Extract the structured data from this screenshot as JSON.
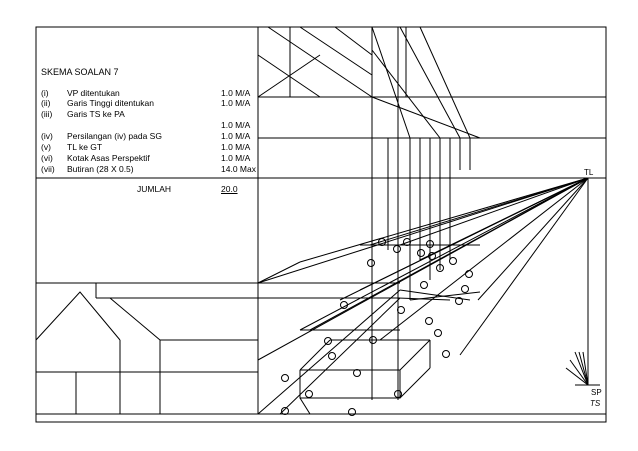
{
  "scheme": {
    "title": "SKEMA SOALAN 7",
    "items": [
      {
        "num": "(i)",
        "desc": "VP ditentukan",
        "mark": "1.0 M/A"
      },
      {
        "num": "(ii)",
        "desc": "Garis Tinggi ditentukan",
        "mark": "1.0 M/A"
      },
      {
        "num": "(iii)",
        "desc": "Garis TS ke PA",
        "mark": ""
      },
      {
        "num": "",
        "desc": "",
        "mark": "1.0 M/A"
      },
      {
        "num": "(iv)",
        "desc": "Persilangan (iv) pada SG",
        "mark": "1.0 M/A"
      },
      {
        "num": "(v)",
        "desc": "TL ke GT",
        "mark": "1.0 M/A"
      },
      {
        "num": "(vi)",
        "desc": "Kotak Asas Perspektif",
        "mark": "1.0 M/A"
      },
      {
        "num": "(vii)",
        "desc": "Butiran (28 X 0.5)",
        "mark": "14.0 Max"
      }
    ],
    "total_label": "JUMLAH",
    "total_value": "20.0"
  },
  "drawing": {
    "tl_label": "TL",
    "sp_label": "SP",
    "ts_label": "TS"
  }
}
